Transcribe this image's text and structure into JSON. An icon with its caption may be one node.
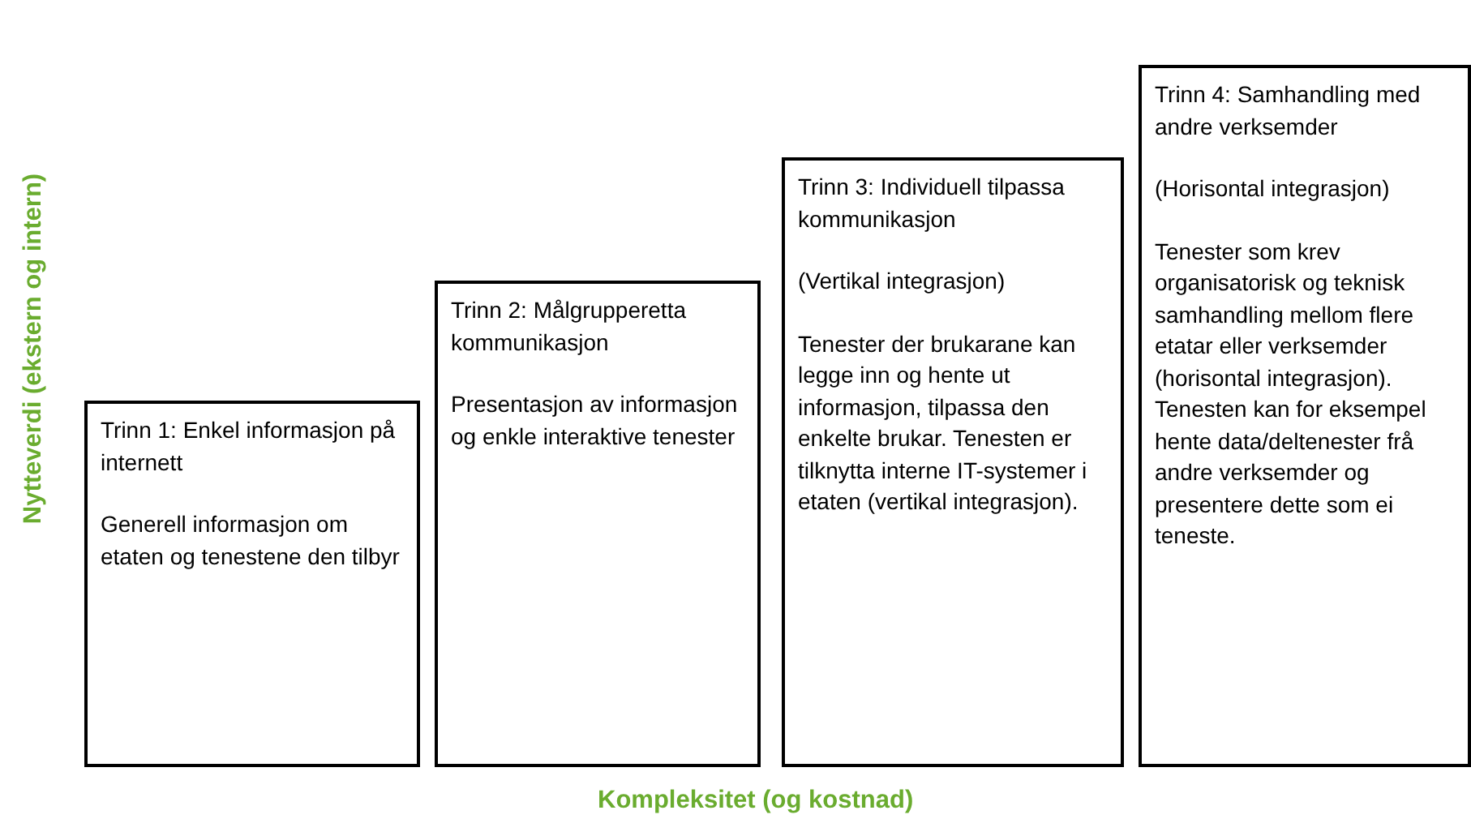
{
  "diagram": {
    "nodes": [
      {
        "text": [
          "Trinn 1: Enkel informasjon på internett",
          "Generell informasjon om etaten og tenestene den tilbyr"
        ]
      },
      {
        "text": [
          "Trinn 2: Målgrupperetta kommunikasjon",
          "Presentasjon av informasjon og enkle interaktive tenester"
        ]
      },
      {
        "text": [
          "Trinn 3: Individuell tilpassa kommunikasjon",
          "(Vertikal integrasjon)",
          "Tenester der brukarane kan legge inn og hente ut informasjon, tilpassa den enkelte brukar. Tenesten er tilknytta interne IT-systemer i etaten (vertikal integrasjon)."
        ]
      },
      {
        "text": [
          "Trinn 4: Samhandling med andre verksemder",
          "(Horisontal integrasjon)",
          "Tenester som krev organisatorisk og teknisk samhandling mellom flere etatar eller verksemder (horisontal integrasjon). Tenesten kan for eksempel hente data/deltenester frå andre verksemder og presentere dette som ei teneste."
        ]
      }
    ],
    "labels": [
      "Nytteverdi (ekstern og intern)",
      "Kompleksitet (og kostnad)"
    ]
  }
}
